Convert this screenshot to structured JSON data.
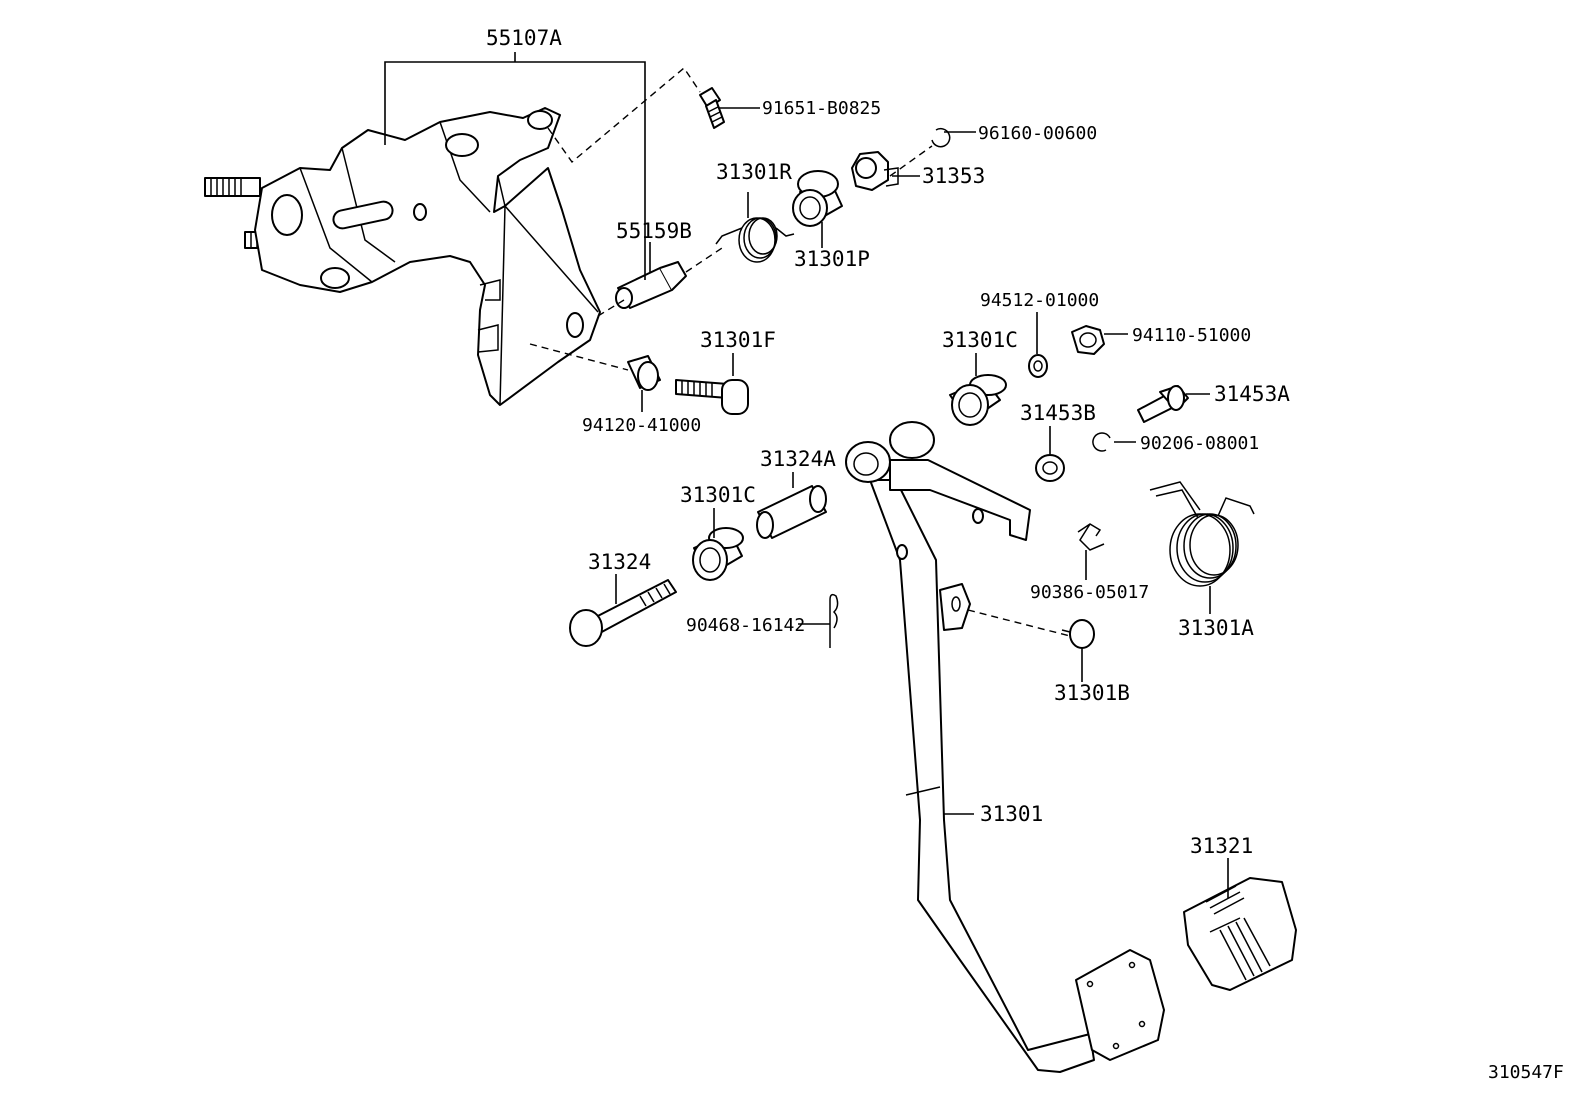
{
  "labels": {
    "p55107A": "55107A",
    "p91651_B0825": "91651-B0825",
    "p96160_00600": "96160-00600",
    "p31353": "31353",
    "p31301R": "31301R",
    "p55159B": "55159B",
    "p31301P": "31301P",
    "p94512_01000": "94512-01000",
    "p94110_51000": "94110-51000",
    "p31301C_upper": "31301C",
    "p31301F": "31301F",
    "p31453A": "31453A",
    "p94120_41000": "94120-41000",
    "p31453B": "31453B",
    "p90206_08001": "90206-08001",
    "p31324A": "31324A",
    "p31301C_lower": "31301C",
    "p31324": "31324",
    "p90386_05017": "90386-05017",
    "p31301A": "31301A",
    "p90468_16142": "90468-16142",
    "p31301B": "31301B",
    "p31301": "31301",
    "p31321": "31321"
  },
  "figure_id": "310547F"
}
